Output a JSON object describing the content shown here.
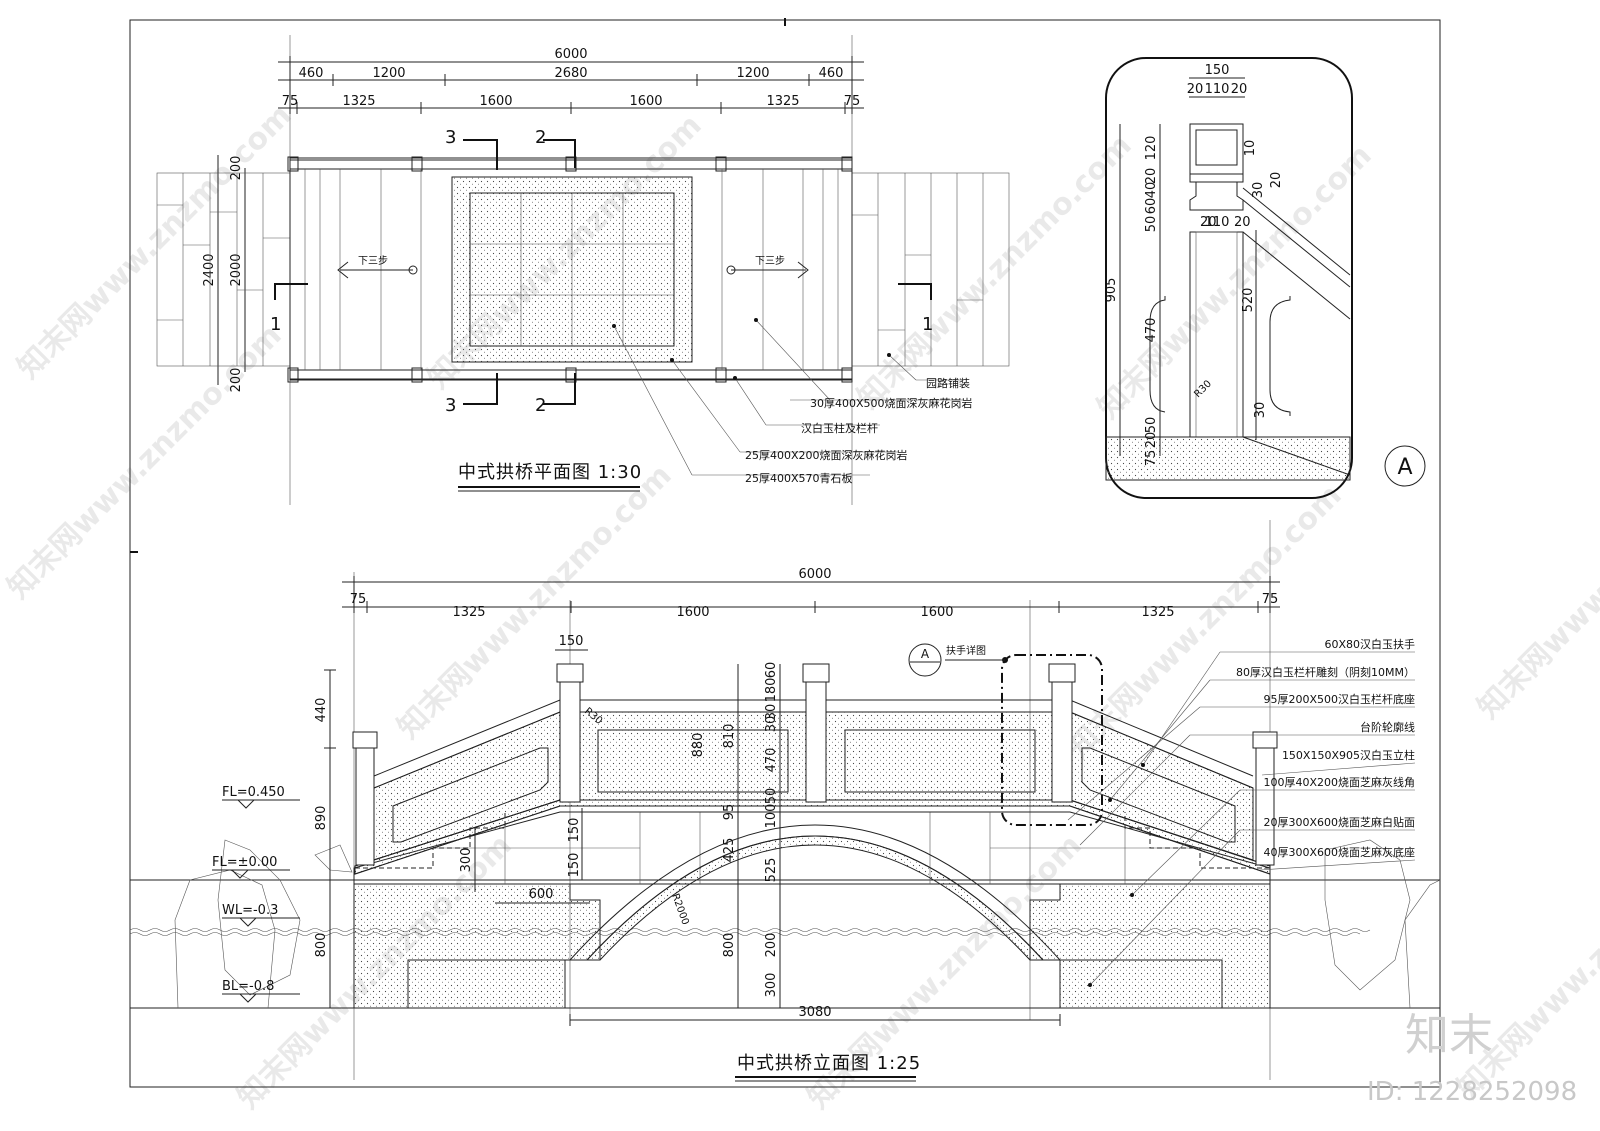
{
  "plan": {
    "title": "中式拱桥平面图 1:30",
    "dims_top": [
      "6000"
    ],
    "dims_row2": [
      "460",
      "1200",
      "2680",
      "1200",
      "460"
    ],
    "dims_row3": [
      "75",
      "1325",
      "1600",
      "1600",
      "1325",
      "75"
    ],
    "dims_left": [
      "200",
      "2400",
      "2000",
      "200"
    ],
    "arrow_label": "下三步",
    "section_marks": [
      "1",
      "1",
      "2",
      "2",
      "3",
      "3"
    ],
    "notes": [
      "园路铺装",
      "30厚400X500烧面深灰麻花岗岩",
      "汉白玉柱及栏杆",
      "25厚400X200烧面深灰麻花岗岩",
      "25厚400X570青石板"
    ]
  },
  "detail": {
    "marker": "A",
    "dims_top": [
      "150",
      "20",
      "110",
      "20"
    ],
    "dims_mid": [
      "20",
      "110",
      "20"
    ],
    "dims_left": [
      "120",
      "20",
      "40",
      "60",
      "50",
      "470",
      "905",
      "50",
      "20",
      "75"
    ],
    "dims_right": [
      "10",
      "30",
      "20",
      "520",
      "30"
    ],
    "radius": "R30"
  },
  "elevation": {
    "title": "中式拱桥立面图 1:25",
    "dims_top": [
      "6000"
    ],
    "dims_row2": [
      "75",
      "1325",
      "1600",
      "1600",
      "1325",
      "75"
    ],
    "dim_post": "150",
    "dims_left": [
      "440",
      "890",
      "800"
    ],
    "dims_stair": [
      "150",
      "150",
      "300",
      "600"
    ],
    "dims_center": [
      "60",
      "180",
      "30",
      "30",
      "810",
      "880",
      "470",
      "50",
      "95",
      "100",
      "425",
      "525",
      "800",
      "200",
      "300"
    ],
    "arch_radius": "R2000",
    "radius_small": "R30",
    "span": "3080",
    "levels": [
      "FL=0.450",
      "FL=±0.00",
      "WL=-0.3",
      "BL=-0.8"
    ],
    "callout_marker": "A",
    "callout_label": "扶手详图",
    "notes": [
      "60X80汉白玉扶手",
      "80厚汉白玉栏杆雕刻（阴刻10MM）",
      "95厚200X500汉白玉栏杆底座",
      "台阶轮廓线",
      "150X150X905汉白玉立柱",
      "100厚40X200烧面芝麻灰线角",
      "20厚300X600烧面芝麻白贴面",
      "40厚300X600烧面芝麻灰底座"
    ]
  },
  "watermark": {
    "text": "知末网www.znzmo.com",
    "brand": "知末",
    "id": "ID: 1228252098"
  }
}
